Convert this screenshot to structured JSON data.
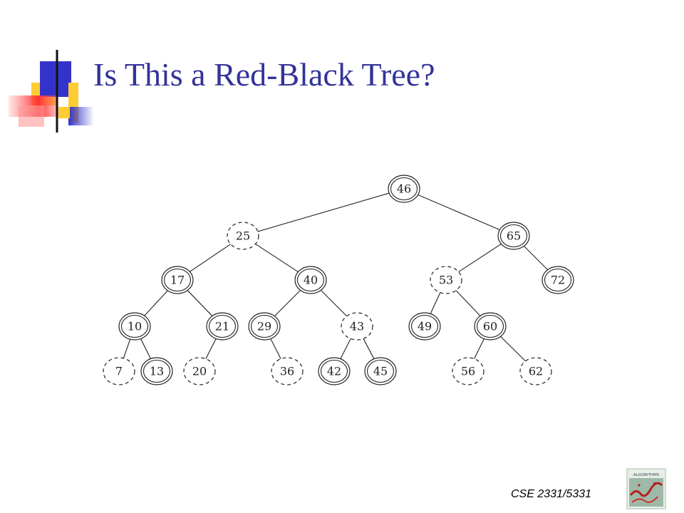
{
  "slide": {
    "title": "Is This a Red-Black Tree?",
    "footer": "CSE 2331/5331",
    "logo_text": "ALGORITHMS"
  },
  "colors": {
    "title": "#333399",
    "deco_blue": "#3333cc",
    "deco_yellow": "#ffcc33",
    "deco_red": "#ff3333",
    "node_stroke": "#222222"
  },
  "tree": {
    "nodes": [
      {
        "key": "46",
        "type": "black"
      },
      {
        "key": "25",
        "type": "red"
      },
      {
        "key": "65",
        "type": "black"
      },
      {
        "key": "17",
        "type": "black"
      },
      {
        "key": "40",
        "type": "black"
      },
      {
        "key": "53",
        "type": "red"
      },
      {
        "key": "72",
        "type": "black"
      },
      {
        "key": "10",
        "type": "black"
      },
      {
        "key": "21",
        "type": "black"
      },
      {
        "key": "29",
        "type": "black"
      },
      {
        "key": "43",
        "type": "red"
      },
      {
        "key": "49",
        "type": "black"
      },
      {
        "key": "60",
        "type": "black"
      },
      {
        "key": "7",
        "type": "red"
      },
      {
        "key": "13",
        "type": "black"
      },
      {
        "key": "20",
        "type": "red"
      },
      {
        "key": "36",
        "type": "red"
      },
      {
        "key": "42",
        "type": "black"
      },
      {
        "key": "45",
        "type": "black"
      },
      {
        "key": "56",
        "type": "red"
      },
      {
        "key": "62",
        "type": "red"
      }
    ],
    "edges": [
      [
        "46",
        "25"
      ],
      [
        "46",
        "65"
      ],
      [
        "25",
        "17"
      ],
      [
        "25",
        "40"
      ],
      [
        "65",
        "53"
      ],
      [
        "65",
        "72"
      ],
      [
        "17",
        "10"
      ],
      [
        "17",
        "21"
      ],
      [
        "40",
        "29"
      ],
      [
        "40",
        "43"
      ],
      [
        "53",
        "49"
      ],
      [
        "53",
        "60"
      ],
      [
        "10",
        "7"
      ],
      [
        "10",
        "13"
      ],
      [
        "21",
        "20"
      ],
      [
        "29",
        "36"
      ],
      [
        "43",
        "42"
      ],
      [
        "43",
        "45"
      ],
      [
        "60",
        "56"
      ],
      [
        "60",
        "62"
      ]
    ]
  }
}
